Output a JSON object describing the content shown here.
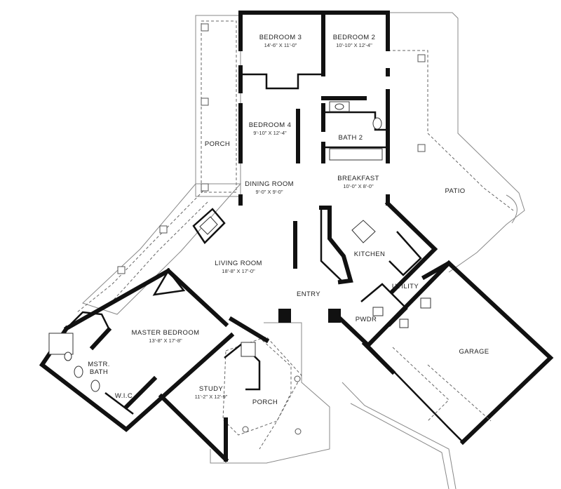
{
  "rooms": {
    "bedroom3": {
      "name": "BEDROOM 3",
      "dim": "14'-6\" X 11'-0\""
    },
    "bedroom2": {
      "name": "BEDROOM 2",
      "dim": "10'-10\" X 12'-4\""
    },
    "bedroom4": {
      "name": "BEDROOM 4",
      "dim": "9'-10\" X 12'-4\""
    },
    "bath2": {
      "name": "BATH 2"
    },
    "porch_top": {
      "name": "PORCH"
    },
    "dining": {
      "name": "DINING ROOM",
      "dim": "9'-0\" X 9'-0\""
    },
    "breakfast": {
      "name": "BREAKFAST",
      "dim": "10'-0\" X 8'-0\""
    },
    "patio": {
      "name": "PATIO"
    },
    "kitchen": {
      "name": "KITCHEN"
    },
    "living": {
      "name": "LIVING ROOM",
      "dim": "18'-8\" X 17'-0\""
    },
    "entry": {
      "name": "ENTRY"
    },
    "utility": {
      "name": "UTILITY"
    },
    "pwdr": {
      "name": "PWDR"
    },
    "master": {
      "name": "MASTER BEDROOM",
      "dim": "13'-8\" X 17'-8\""
    },
    "mstr_bath": {
      "name_line1": "MSTR.",
      "name_line2": "BATH"
    },
    "wic": {
      "name": "W.I.C."
    },
    "study": {
      "name": "STUDY",
      "dim": "11'-2\" X 12'-9\""
    },
    "porch_front": {
      "name": "PORCH"
    },
    "garage": {
      "name": "GARAGE"
    }
  }
}
